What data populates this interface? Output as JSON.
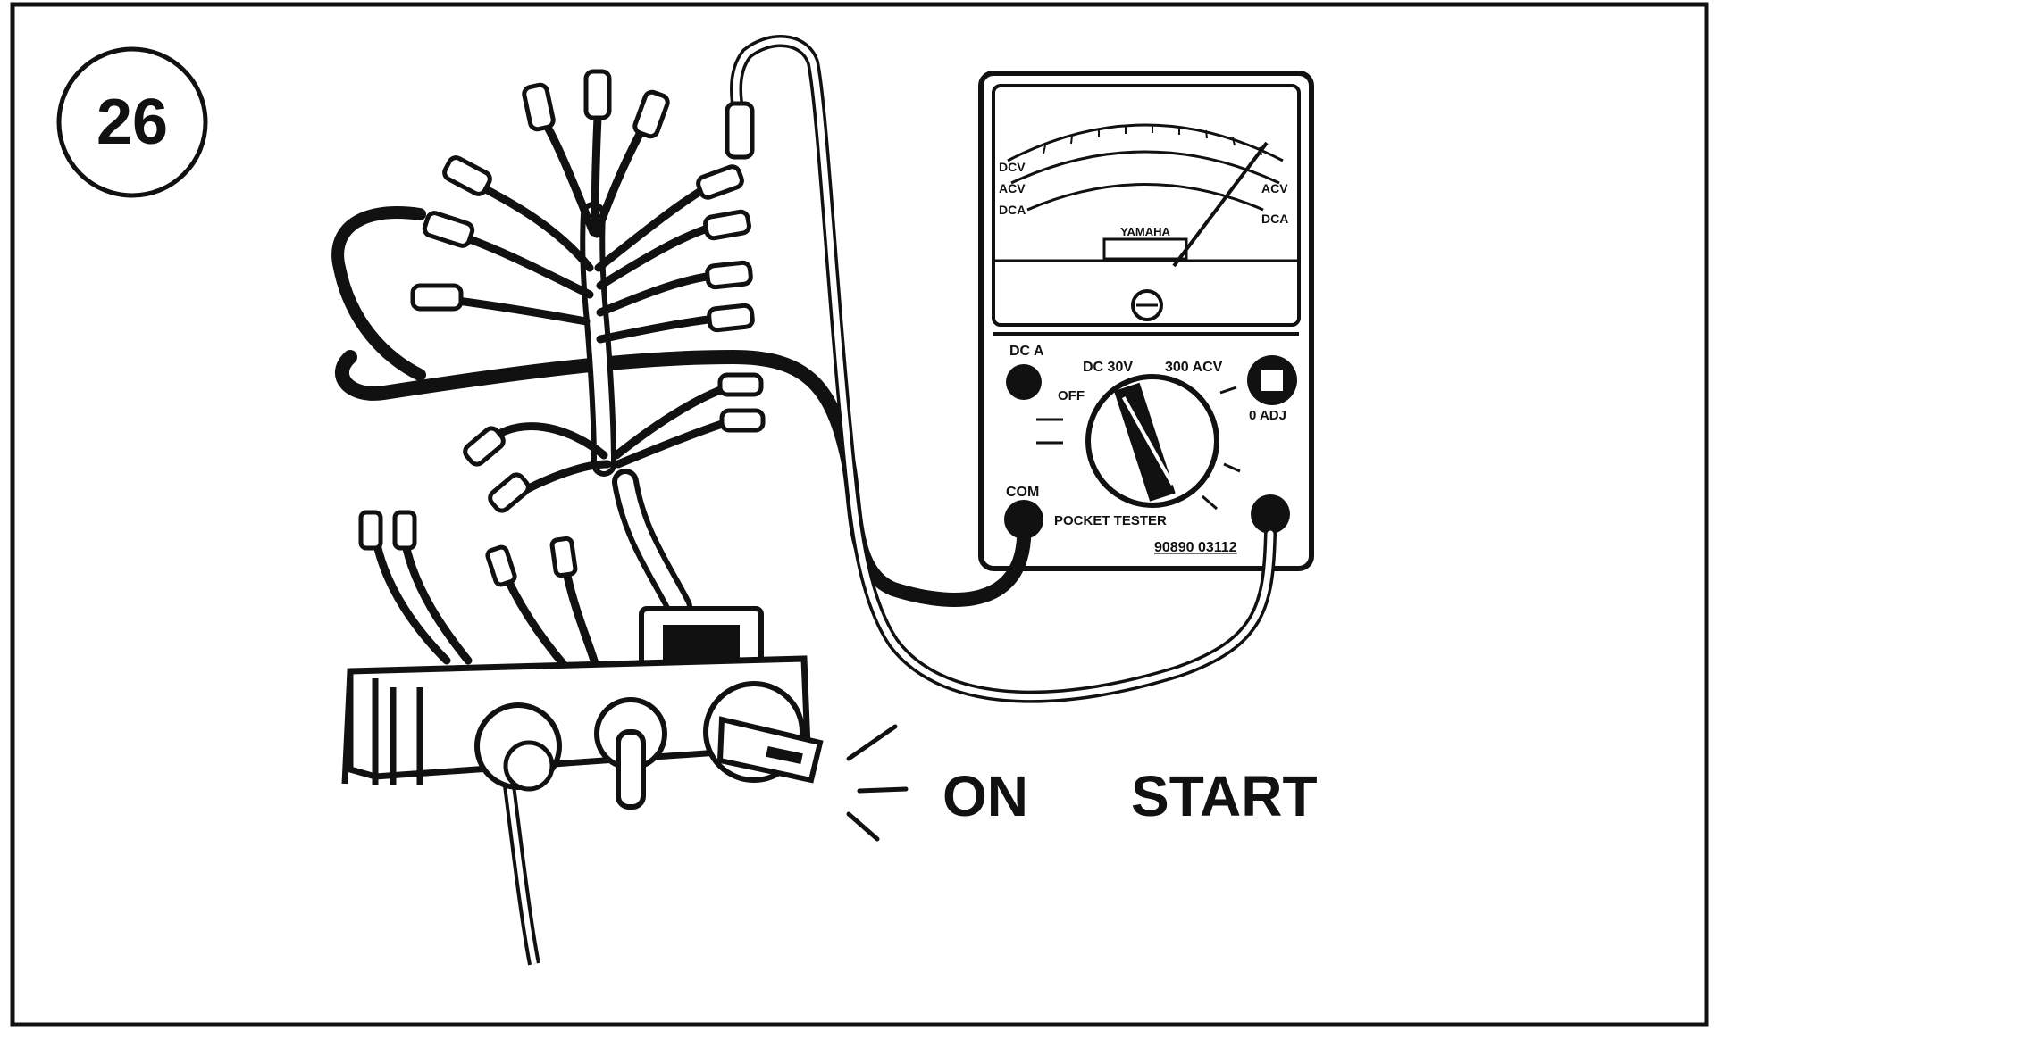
{
  "figure": {
    "number": "26",
    "switch_labels": {
      "on": "ON",
      "start": "START"
    }
  },
  "meter": {
    "brand": "YAMAHA",
    "scale_labels": [
      "DCV",
      "ACV",
      "DCA",
      "ACV",
      "DCA"
    ],
    "range_labels": {
      "dca": "DC A",
      "dcv": "DC 30V",
      "acv": "300 ACV",
      "off": "OFF",
      "adj": "0 ADJ"
    },
    "terminal_labels": {
      "com": "COM"
    },
    "tester_label": "POCKET TESTER",
    "part_number": "90890 03112"
  },
  "colors": {
    "line": "#111111",
    "paper": "#ffffff"
  }
}
